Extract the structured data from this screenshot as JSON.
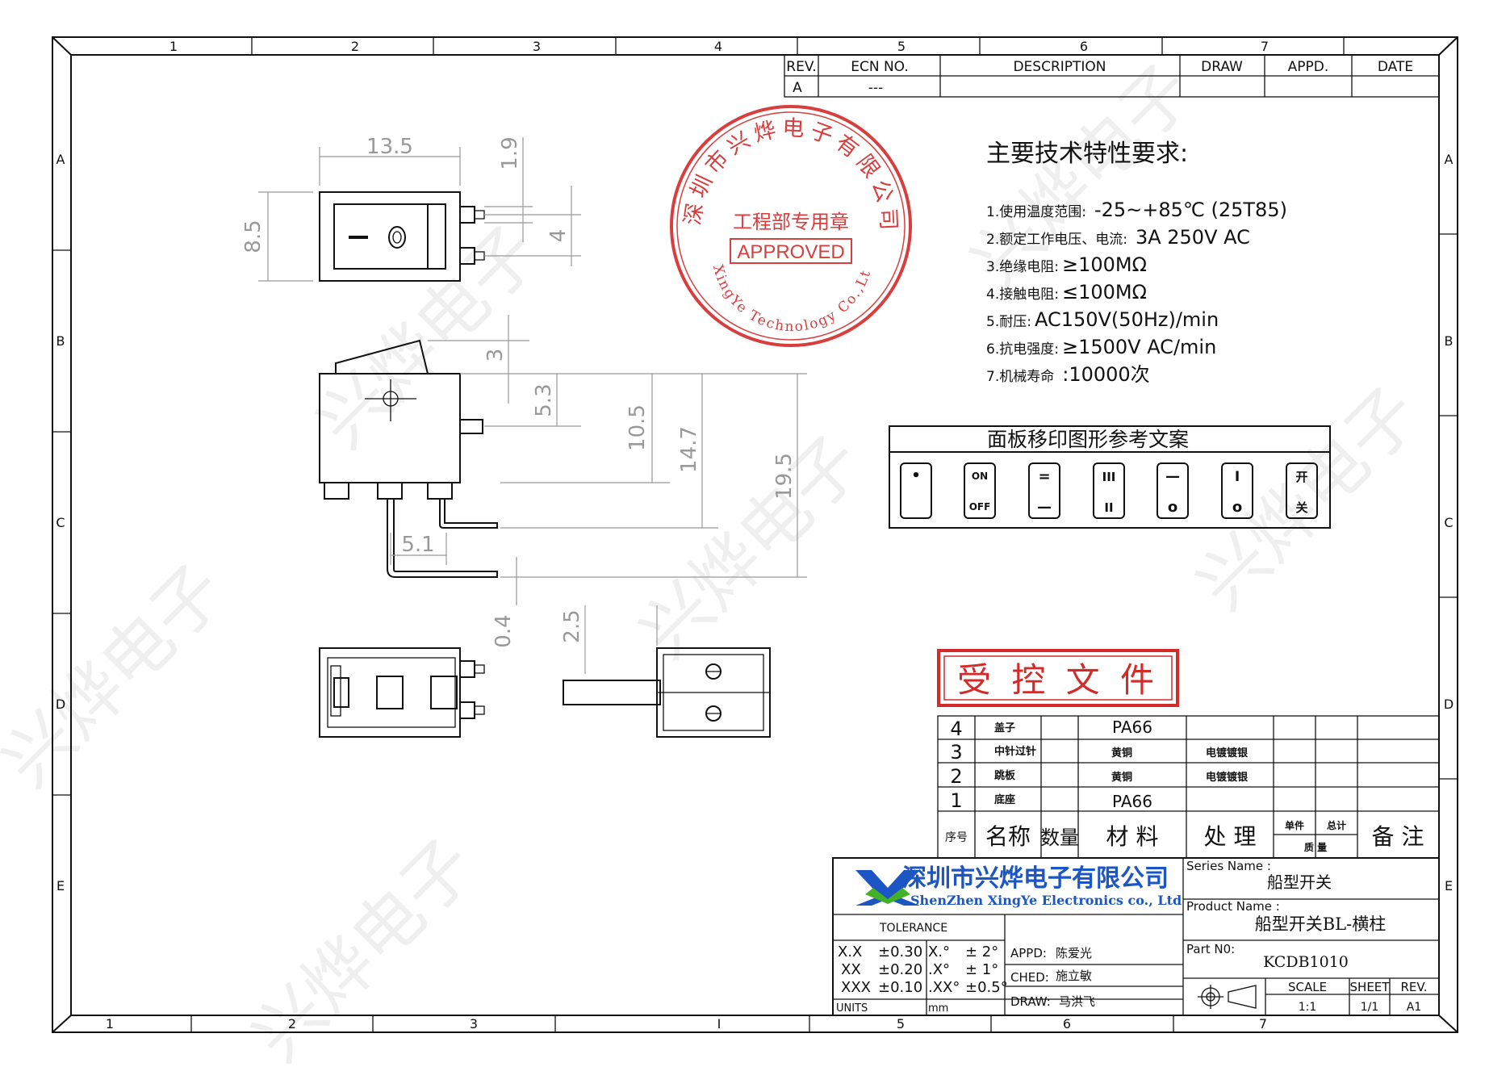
{
  "frame": {
    "col_labels_top": [
      "1",
      "2",
      "3",
      "4",
      "5",
      "6",
      "7"
    ],
    "col_labels_bottom": [
      "1",
      "2",
      "3",
      "I",
      "5",
      "6",
      "7"
    ],
    "row_labels": [
      "A",
      "B",
      "C",
      "D",
      "E"
    ]
  },
  "revision_table": {
    "headers": [
      "REV.",
      "ECN NO.",
      "DESCRIPTION",
      "DRAW",
      "APPD.",
      "DATE"
    ],
    "row": [
      "A",
      "---",
      "",
      "",
      "",
      ""
    ]
  },
  "dimensions": {
    "top_view": [
      "13.5",
      "8.5",
      "1.9",
      "4"
    ],
    "side_view": [
      "3",
      "5.3",
      "10.5",
      "14.7",
      "19.5",
      "5.1",
      "0.4"
    ],
    "bottom_view": [
      "2.5"
    ]
  },
  "stamp": {
    "company_arc": "深圳市兴烨电子有限公司",
    "dept": "工程部专用章",
    "approved": "APPROVED",
    "english_arc": "XingYe Technology Co.,Ltd"
  },
  "specs": {
    "title": "主要技术特性要求:",
    "items": [
      {
        "label": "1.使用温度范围:",
        "value": "-25~+85℃ (25T85)"
      },
      {
        "label": "2.额定工作电压、电流:",
        "value": "3A 250V AC"
      },
      {
        "label": "3.绝缘电阻:",
        "value": "≥100MΩ"
      },
      {
        "label": "4.接触电阻:",
        "value": "≤100MΩ"
      },
      {
        "label": "5.耐压:",
        "value": "AC150V(50Hz)/min"
      },
      {
        "label": "6.抗电强度:",
        "value": "≥1500V AC/min"
      },
      {
        "label": "7.机械寿命",
        "value": ":10000次"
      }
    ]
  },
  "panel": {
    "title": "面板移印图形参考文案",
    "symbols": [
      {
        "top": "•",
        "bottom": ""
      },
      {
        "top": "ON",
        "bottom": "OFF"
      },
      {
        "top": "=",
        "bottom": "—"
      },
      {
        "top": "III",
        "bottom": "II"
      },
      {
        "top": "—",
        "bottom": "o"
      },
      {
        "top": "I",
        "bottom": "o"
      },
      {
        "top": "开",
        "bottom": "关"
      }
    ]
  },
  "controlled_stamp": "受 控 文 件",
  "bom": {
    "rows": [
      {
        "no": "4",
        "name": "盖子",
        "material": "PA66",
        "treatment": ""
      },
      {
        "no": "3",
        "name": "中针过针",
        "material": "黄铜",
        "treatment": "电镀镀银"
      },
      {
        "no": "2",
        "name": "跳板",
        "material": "黄铜",
        "treatment": "电镀镀银"
      },
      {
        "no": "1",
        "name": "底座",
        "material": "PA66",
        "treatment": ""
      }
    ],
    "header": {
      "no": "序号",
      "name": "名称",
      "qty": "数量",
      "material": "材  料",
      "treatment": "处  理",
      "unit": "单件",
      "total": "总计",
      "weight": "质 量",
      "remark": "备  注"
    }
  },
  "title_block": {
    "company_cn": "深圳市兴烨电子有限公司",
    "company_en": "ShenZhen XingYe Electronics co., Ltd",
    "series_label": "Series Name :",
    "series_value": "船型开关",
    "product_label": "Product Name :",
    "product_value": "船型开关BL-横柱",
    "part_label": "Part N0:",
    "part_value": "KCDB1010",
    "tolerance": "TOLERANCE",
    "tol_rows": [
      [
        "X.X",
        "±0.30",
        "X.°",
        "±  2°"
      ],
      [
        "XX",
        "±0.20",
        ".X°",
        "±  1°"
      ],
      [
        "XXX",
        "±0.10",
        ".XX°",
        "±0.5°"
      ]
    ],
    "units_label": "UNITS",
    "units_value": "mm",
    "appd_label": "APPD:",
    "appd_value": "陈爱光",
    "ched_label": "CHED:",
    "ched_value": "施立敏",
    "draw_label": "DRAW:",
    "draw_value": "马洪飞",
    "scale_label": "SCALE",
    "scale_value": "1:1",
    "sheet_label": "SHEET",
    "sheet_value": "1/1",
    "rev_label": "REV.",
    "rev_value": "A1"
  },
  "watermark": "兴烨电子",
  "colors": {
    "stamp_red": "#d42a2a",
    "logo_blue": "#1c55c4",
    "logo_green": "#43b02a",
    "dim_gray": "#999999"
  }
}
